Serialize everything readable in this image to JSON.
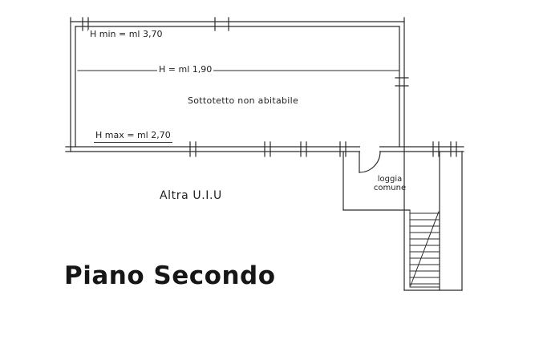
{
  "plan": {
    "title": "Piano Secondo",
    "annotations": {
      "h_min": "H min = ml 3,70",
      "h_mid": "H = ml 1,90",
      "sottotetto": "Sottotetto non abitabile",
      "h_max": "H max = ml 2,70",
      "altra_uiu": "Altra U.I.U",
      "loggia_line1": "loggia",
      "loggia_line2": "comune"
    },
    "colors": {
      "ink": "#2b2b2b",
      "paper": "#ffffff"
    }
  }
}
